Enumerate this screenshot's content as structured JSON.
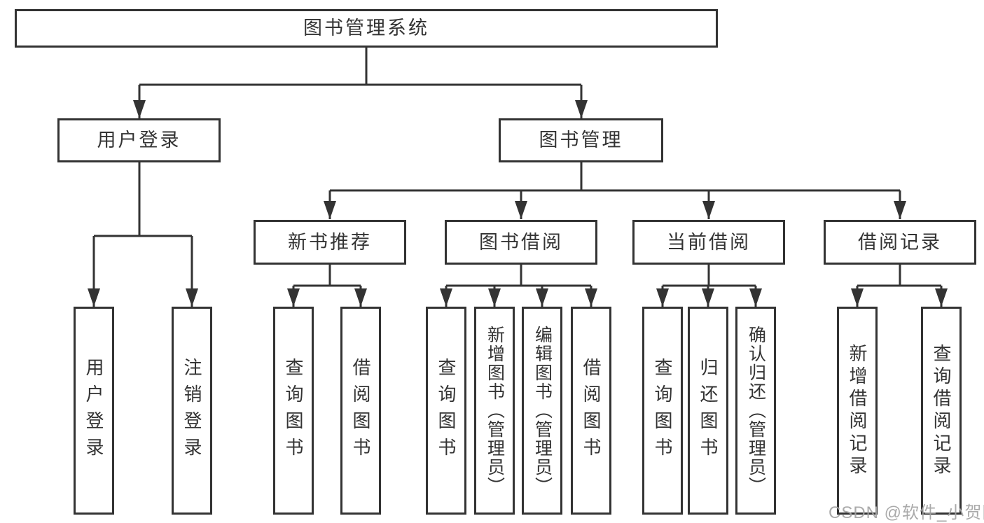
{
  "diagram_title": "图书管理系统",
  "colors": {
    "line": "#333333",
    "text": "#333333",
    "box_background": "#ffffff",
    "page_background": "#ffffff",
    "watermark": "#a3a3a3"
  },
  "root": {
    "label": "图书管理系统"
  },
  "level1": [
    {
      "label": "用户登录"
    },
    {
      "label": "图书管理"
    }
  ],
  "level2": [
    {
      "label": "新书推荐",
      "parent": "图书管理"
    },
    {
      "label": "图书借阅",
      "parent": "图书管理"
    },
    {
      "label": "当前借阅",
      "parent": "图书管理"
    },
    {
      "label": "借阅记录",
      "parent": "图书管理"
    }
  ],
  "leaves": [
    {
      "label": "用户登录",
      "parent": "用户登录"
    },
    {
      "label": "注销登录",
      "parent": "用户登录"
    },
    {
      "label": "查询图书",
      "parent": "新书推荐"
    },
    {
      "label": "借阅图书",
      "parent": "新书推荐"
    },
    {
      "label": "查询图书",
      "parent": "图书借阅"
    },
    {
      "label": "新增图书（管理员）",
      "parent": "图书借阅"
    },
    {
      "label": "编辑图书（管理员）",
      "parent": "图书借阅"
    },
    {
      "label": "借阅图书",
      "parent": "图书借阅"
    },
    {
      "label": "查询图书",
      "parent": "当前借阅"
    },
    {
      "label": "归还图书",
      "parent": "当前借阅"
    },
    {
      "label": "确认归还（管理员）",
      "parent": "当前借阅"
    },
    {
      "label": "新增借阅记录",
      "parent": "借阅记录"
    },
    {
      "label": "查询借阅记录",
      "parent": "借阅记录"
    }
  ],
  "tree": {
    "图书管理系统": {
      "用户登录": [
        "用户登录",
        "注销登录"
      ],
      "图书管理": {
        "新书推荐": [
          "查询图书",
          "借阅图书"
        ],
        "图书借阅": [
          "查询图书",
          "新增图书（管理员）",
          "编辑图书（管理员）",
          "借阅图书"
        ],
        "当前借阅": [
          "查询图书",
          "归还图书",
          "确认归还（管理员）"
        ],
        "借阅记录": [
          "新增借阅记录",
          "查询借阅记录"
        ]
      }
    }
  },
  "watermark": {
    "text": "CSDN @软件_小贺同学"
  }
}
